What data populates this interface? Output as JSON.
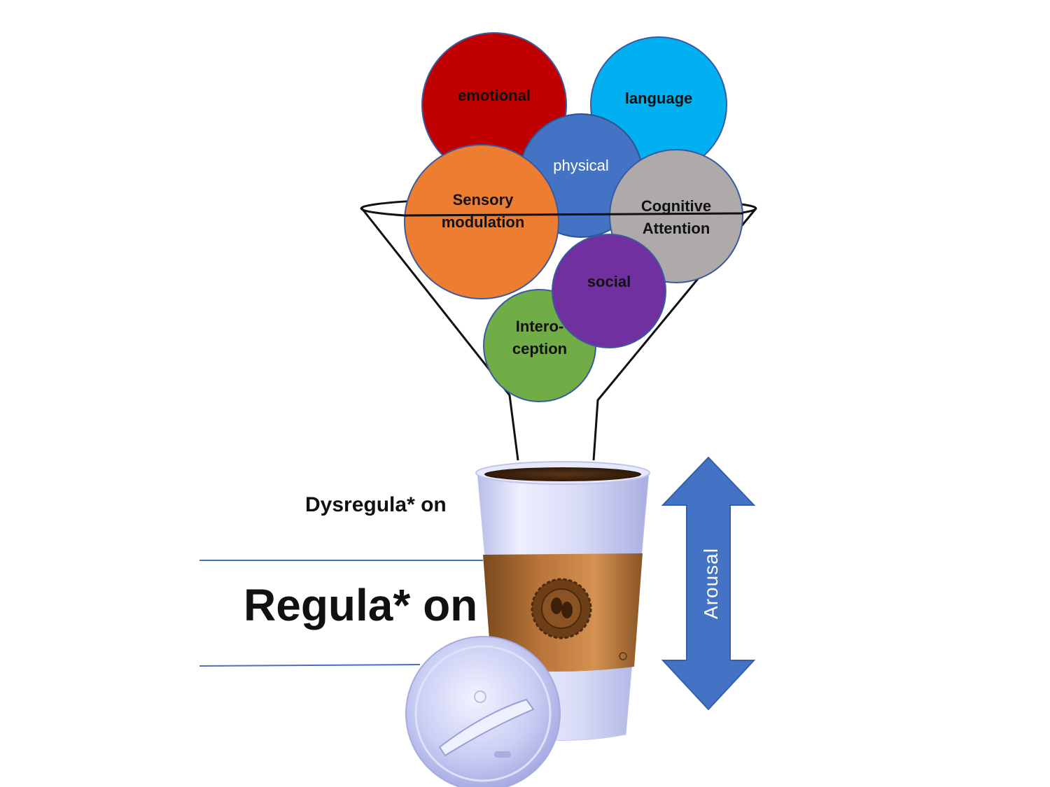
{
  "circles": {
    "emotional": {
      "label": "emotional",
      "color": "#c00000"
    },
    "language": {
      "label": "language",
      "color": "#00b0f0"
    },
    "physical": {
      "label": "physical",
      "color": "#4472c4"
    },
    "sensory": {
      "line1": "Sensory",
      "line2": "modulation",
      "color": "#ed7d31"
    },
    "cognitive": {
      "line1": "Cognitive",
      "line2": "Attention",
      "color": "#aeaaaa"
    },
    "social": {
      "label": "social",
      "color": "#7030a0"
    },
    "interoception": {
      "line1": "Intero-",
      "line2": "ception",
      "color": "#70ad47"
    }
  },
  "states": {
    "dysregulation": "Dysregula* on",
    "regulation": "Regula* on"
  },
  "arrow": {
    "label": "Arousal",
    "color": "#4472c4"
  }
}
